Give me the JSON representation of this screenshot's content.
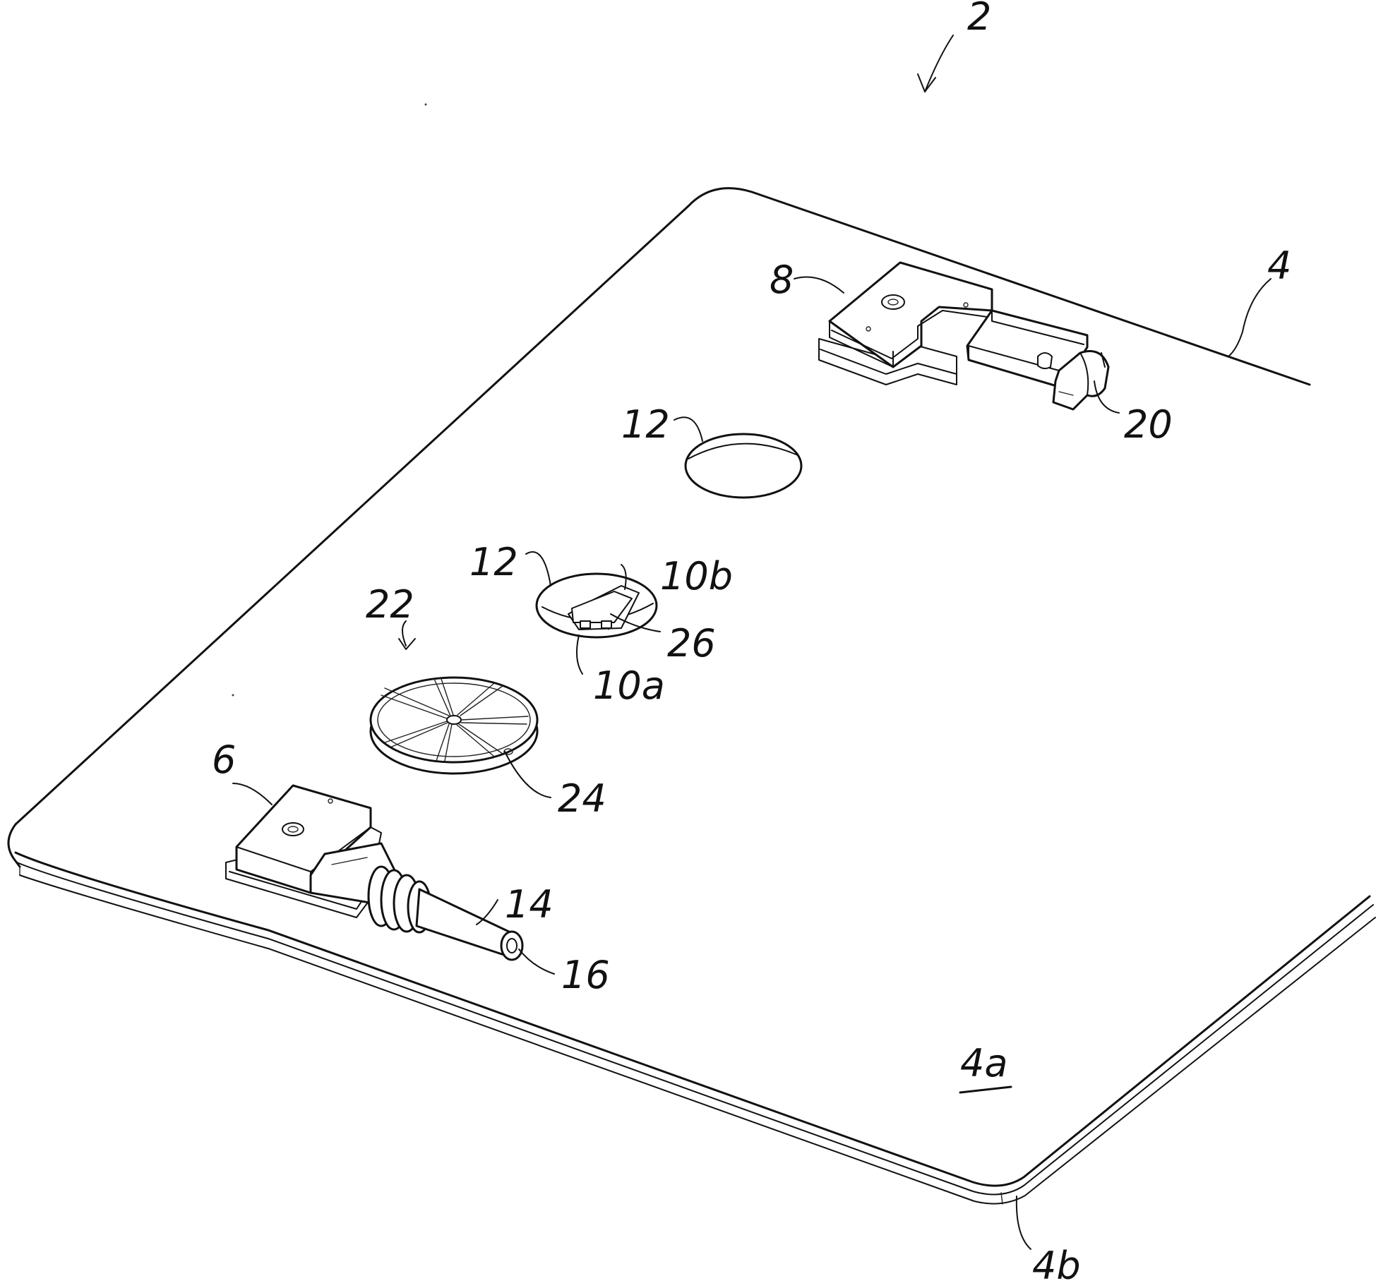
{
  "labels": {
    "assembly": "2",
    "plate": "4",
    "plate_face": "4a",
    "plate_edge": "4b",
    "connector_front": "6",
    "connector_rear": "8",
    "contact_left": "10a",
    "contact_right": "10b",
    "hole_upper": "12",
    "hole_lower": "12",
    "cable": "14",
    "cable_end": "16",
    "plug_arm": "20",
    "wheel": "22",
    "wheel_rim": "24",
    "chip": "26"
  }
}
